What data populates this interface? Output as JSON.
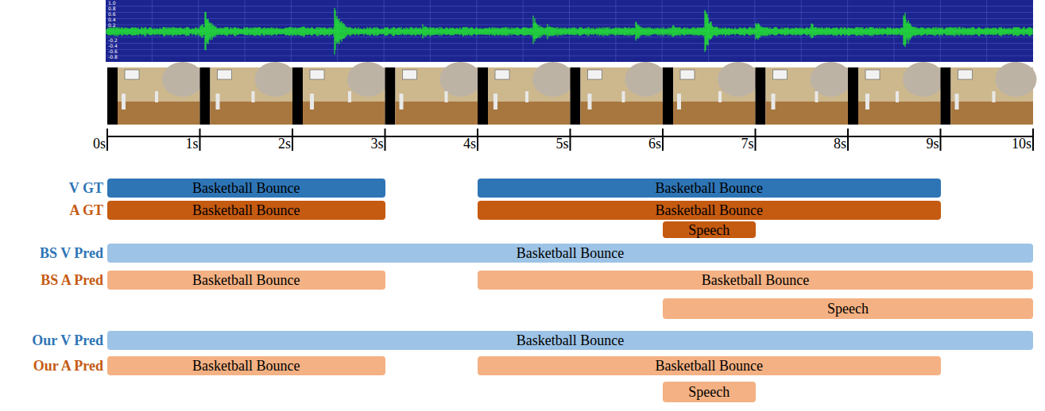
{
  "diagram": {
    "nodes": [
      {
        "text": [
          "Basketball Bounce"
        ]
      },
      {
        "text": [
          "Basketball Bounce"
        ]
      },
      {
        "text": [
          "Basketball Bounce"
        ]
      },
      {
        "text": [
          "Basketball Bounce"
        ]
      },
      {
        "text": [
          "Speech"
        ]
      },
      {
        "text": [
          "Basketball Bounce"
        ]
      },
      {
        "text": [
          "Basketball Bounce"
        ]
      },
      {
        "text": [
          "Basketball Bounce"
        ]
      },
      {
        "text": [
          "Speech"
        ]
      },
      {
        "text": [
          "Basketball Bounce"
        ]
      },
      {
        "text": [
          "Basketball Bounce"
        ]
      },
      {
        "text": [
          "Basketball Bounce"
        ]
      },
      {
        "text": [
          "Speech"
        ]
      }
    ],
    "labels": [
      "1.0",
      "0.8",
      "0.6",
      "0.4",
      "0.2",
      "-0.2",
      "-0.4",
      "-0.6",
      "-0.8",
      "0s",
      "1s",
      "2s",
      "3s",
      "4s",
      "5s",
      "6s",
      "7s",
      "8s",
      "9s",
      "10s",
      "V GT",
      "A GT",
      "BS V Pred",
      "BS A Pred",
      "Our V Pred",
      "Our A Pred"
    ]
  }
}
